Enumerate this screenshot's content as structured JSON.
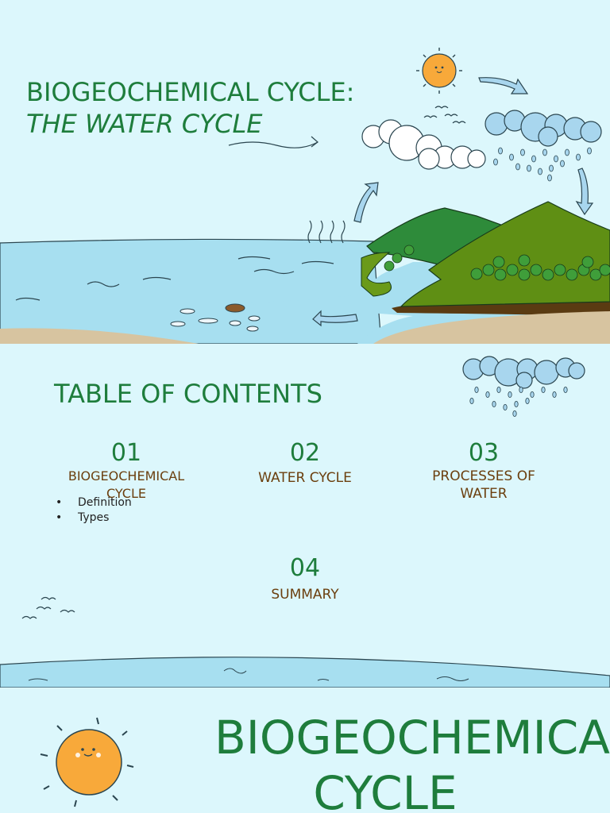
{
  "title_slide": {
    "line1": "BIOGEOCHEMICAL CYCLE:",
    "line2": "THE WATER CYCLE"
  },
  "toc_slide": {
    "heading": "TABLE OF CONTENTS",
    "items": [
      {
        "number": "01",
        "label": "BIOGEOCHEMICAL CYCLE",
        "bullets": [
          "Definition",
          "Types"
        ]
      },
      {
        "number": "02",
        "label": "WATER CYCLE"
      },
      {
        "number": "03",
        "label": "PROCESSES OF WATER"
      },
      {
        "number": "04",
        "label": "SUMMARY"
      }
    ]
  },
  "section_slide": {
    "title": "BIOGEOCHEMICAL CYCLE"
  },
  "colors": {
    "background": "#dcf7fc",
    "title_green": "#1e7d3c",
    "label_brown": "#6b3f0e",
    "water": "#a7dff0",
    "sun": "#f8a93a",
    "hill_green": "#5f8f14",
    "forest_green": "#2e8b3a",
    "sand": "#d7c4a0"
  }
}
